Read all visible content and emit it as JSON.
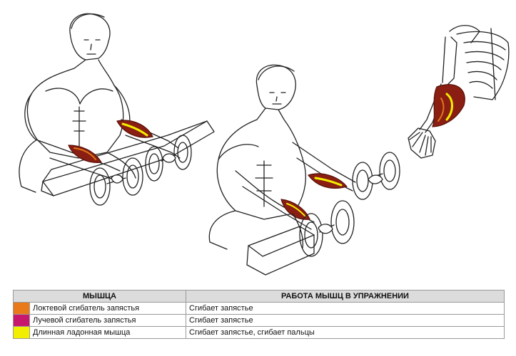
{
  "illustration": {
    "muscle_colors": {
      "flexor_carpi_ulnaris": "#e07818",
      "flexor_carpi_radialis": "#c8186e",
      "palmaris_longus": "#f2ee00",
      "muscle_dark": "#7a1a10"
    }
  },
  "table": {
    "headers": {
      "muscle": "МЫШЦА",
      "action": "РАБОТА МЫШЦ В УПРАЖНЕНИИ"
    },
    "rows": [
      {
        "color": "#e87a1a",
        "muscle": "Локтевой сгибатель запястья",
        "action": "Сгибает запястье"
      },
      {
        "color": "#c8186e",
        "muscle": "Лучевой сгибатель запястья",
        "action": "Сгибает запястье"
      },
      {
        "color": "#f2ee00",
        "muscle": "Длинная ладонная мышца",
        "action": "Сгибает запястье, сгибает пальцы"
      }
    ]
  }
}
